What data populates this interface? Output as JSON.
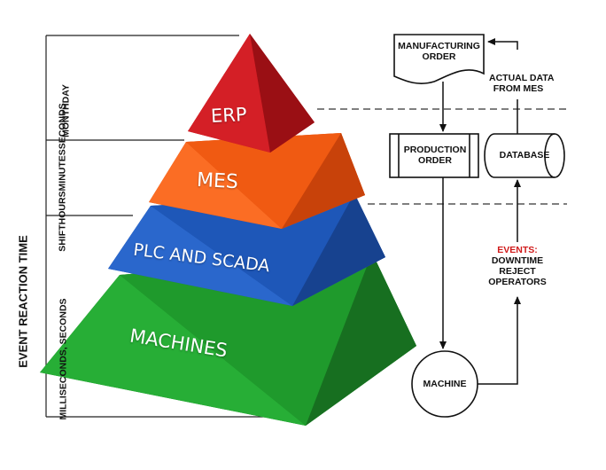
{
  "axis": {
    "title": "EVENT REACTION TIME",
    "bands": [
      {
        "lines": [
          "DAY",
          "MONTH"
        ]
      },
      {
        "lines": [
          "SECONDS",
          "MINUTES",
          "HOURS",
          "SHIFT"
        ]
      },
      {
        "lines": [
          "MILLISECONDS, SECONDS"
        ]
      }
    ]
  },
  "pyramid": {
    "layers": [
      {
        "label": "ERP",
        "color": "#c0151b"
      },
      {
        "label": "MES",
        "color": "#f05a12"
      },
      {
        "label": "PLC AND SCADA",
        "color": "#1e57b8"
      },
      {
        "label": "MACHINES",
        "color": "#1f9a2c"
      }
    ]
  },
  "flow": {
    "manufacturing_order": [
      "MANUFACTURING",
      "ORDER"
    ],
    "actual_data": [
      "ACTUAL DATA",
      "FROM MES"
    ],
    "production_order": [
      "PRODUCTION",
      "ORDER"
    ],
    "database": "DATABASE",
    "events_heading": "EVENTS:",
    "events_items": [
      "DOWNTIME",
      "REJECT",
      "OPERATORS"
    ],
    "machine": "MACHINE"
  }
}
